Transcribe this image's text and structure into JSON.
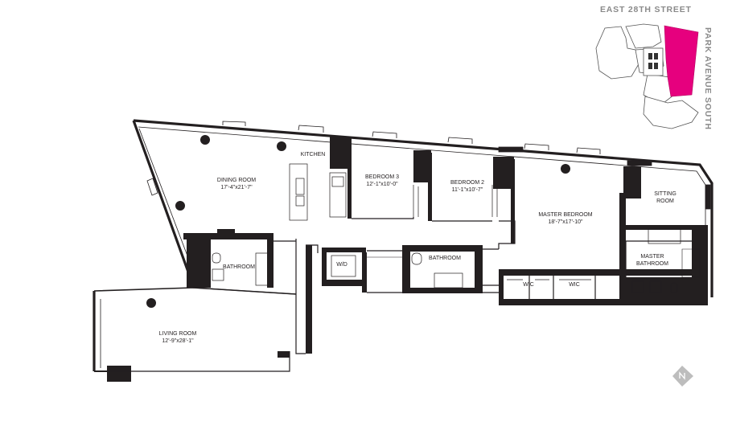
{
  "streets": {
    "north": "EAST 28TH STREET",
    "east": "PARK AVENUE SOUTH"
  },
  "rooms": {
    "dining": {
      "name": "DINING ROOM",
      "dim": "17'-4\"x21'-7\""
    },
    "kitchen": {
      "name": "KITCHEN"
    },
    "bedroom3": {
      "name": "BEDROOM 3",
      "dim": "12'-1\"x10'-0\""
    },
    "bedroom2": {
      "name": "BEDROOM 2",
      "dim": "11'-1\"x10'-7\""
    },
    "master": {
      "name": "MASTER BEDROOM",
      "dim": "18'-7\"x17'-10\""
    },
    "sitting": {
      "name": "SITTING",
      "name2": "ROOM"
    },
    "bath1": {
      "name": "BATHROOM"
    },
    "wd": {
      "name": "W/D"
    },
    "bath2": {
      "name": "BATHROOM"
    },
    "wic1": {
      "name": "WIC"
    },
    "wic2": {
      "name": "WIC"
    },
    "masterbath": {
      "name": "MASTER",
      "name2": "BATHROOM"
    },
    "living": {
      "name": "LIVING ROOM",
      "dim": "12'-9\"x28'-1\""
    }
  },
  "keyplan": {
    "highlight_color": "#e6007e"
  },
  "icons": {
    "compass": "north-arrow-icon"
  }
}
